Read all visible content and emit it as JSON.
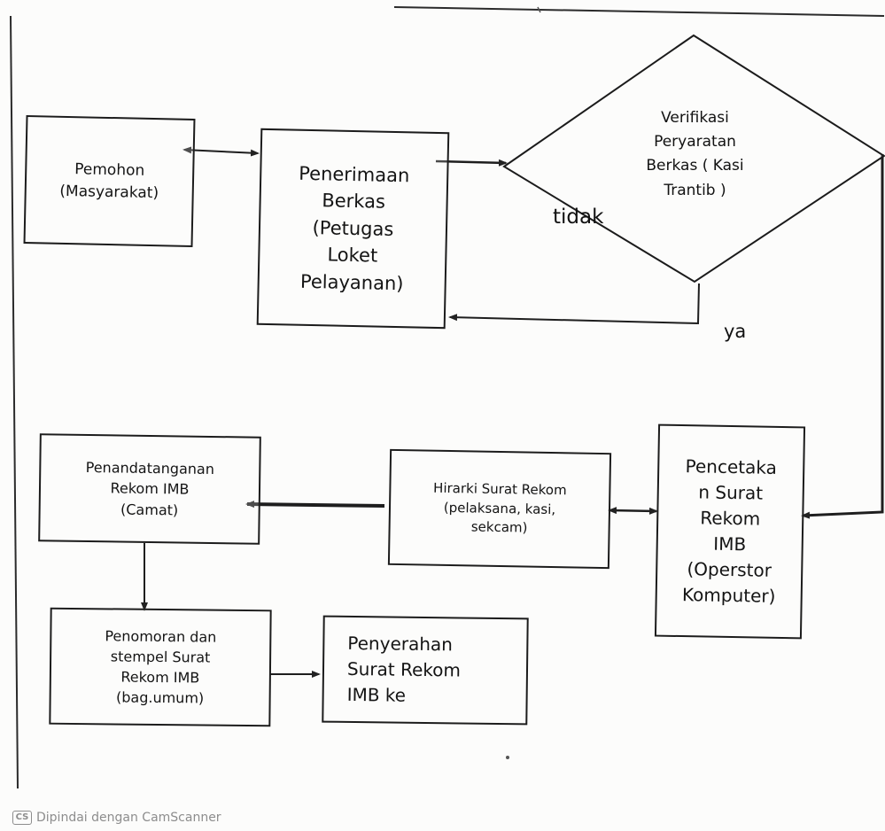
{
  "diagram": {
    "nodes": {
      "pemohon": "Pemohon\n(Masyarakat)",
      "penerimaan": "Penerimaan\nBerkas\n(Petugas\nLoket\nPelayanan)",
      "verifikasi": "Verifikasi\nPeryaratan\nBerkas ( Kasi\nTrantib )",
      "pencetakan": "Pencetaka\nn Surat\nRekom\nIMB\n(Operstor\nKomputer)",
      "hirarki": "Hirarki Surat Rekom\n(pelaksana, kasi,\nsekcam)",
      "penandatanganan": "Penandatanganan\nRekom IMB\n(Camat)",
      "penomoran": "Penomoran dan\nstempel Surat\nRekom IMB\n(bag.umum)",
      "penyerahan": "Penyerahan\nSurat Rekom\nIMB ke"
    },
    "edge_labels": {
      "tidak": "tidak",
      "ya": "ya"
    }
  },
  "footer": {
    "badge": "CS",
    "text": "Dipindai dengan CamScanner"
  }
}
